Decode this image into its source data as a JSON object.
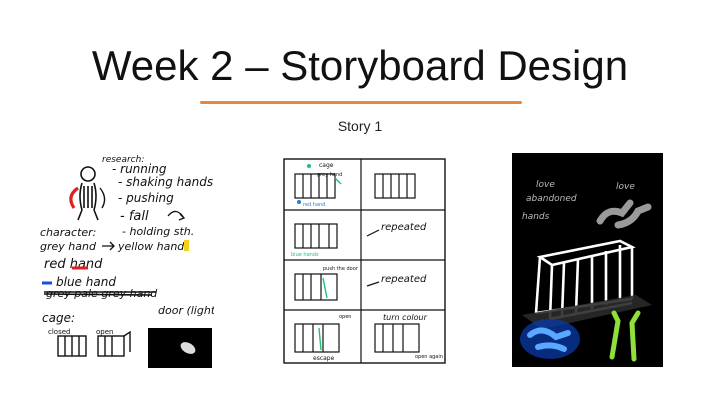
{
  "slide": {
    "title": "Week 2 – Storyboard Design",
    "subtitle": "Story 1",
    "accent_color": "#e7873a"
  },
  "sketch_research": {
    "heading": "research:",
    "items": [
      "- running",
      "- shaking hands",
      "- pushing",
      "- fall",
      "- holding sth."
    ],
    "character_heading": "character:",
    "characters": [
      "grey hand",
      "yellow hand",
      "red hand",
      "blue hand"
    ],
    "crossed_out": "grey pale grey hand",
    "cage_heading": "cage:",
    "cage_states": [
      "closed",
      "open"
    ],
    "door_label": "door (light)"
  },
  "sketch_storyboard": {
    "top_notes": [
      "cage",
      "grey hand",
      "red hand"
    ],
    "frame_notes": [
      "blue hands",
      "push the door",
      "turn colour",
      "escape",
      "open",
      "open again"
    ],
    "repeat_label": "repeated"
  },
  "sketch_character": {
    "labels": [
      "love",
      "abandoned",
      "hands",
      "love"
    ]
  }
}
